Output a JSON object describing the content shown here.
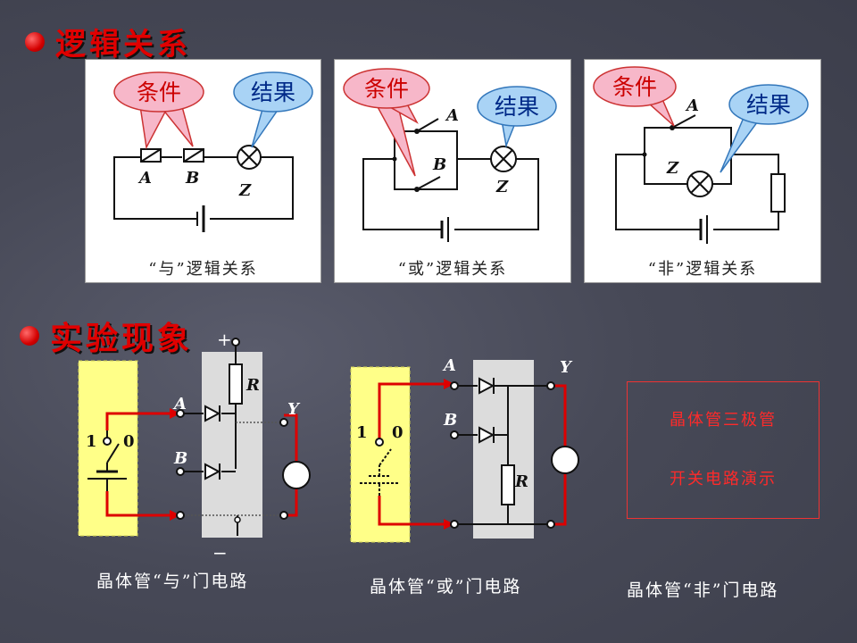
{
  "section1": {
    "title": "逻辑关系"
  },
  "section2": {
    "title": "实验现象"
  },
  "panels": [
    {
      "cond": "条件",
      "result": "结果",
      "caption": "“与”逻辑关系",
      "labels": {
        "a": "A",
        "b": "B",
        "z": "Z"
      }
    },
    {
      "cond": "条件",
      "result": "结果",
      "caption": "“或”逻辑关系",
      "labels": {
        "a": "A",
        "b": "B",
        "z": "Z"
      }
    },
    {
      "cond": "条件",
      "result": "结果",
      "caption": "“非”逻辑关系",
      "labels": {
        "a": "A",
        "z": "Z"
      }
    }
  ],
  "and_gate": {
    "plus": "+",
    "minus": "−",
    "r": "R",
    "a": "A",
    "b": "B",
    "y": "Y",
    "one": "1",
    "zero": "0",
    "caption": "晶体管“与”门电路"
  },
  "or_gate": {
    "a": "A",
    "b": "B",
    "y": "Y",
    "r": "R",
    "one": "1",
    "zero": "0",
    "caption": "晶体管“或”门电路"
  },
  "not_gate": {
    "caption": "晶体管“非”门电路"
  },
  "demo": {
    "line1": "晶体管三极管",
    "line2": "开关电路演示"
  }
}
